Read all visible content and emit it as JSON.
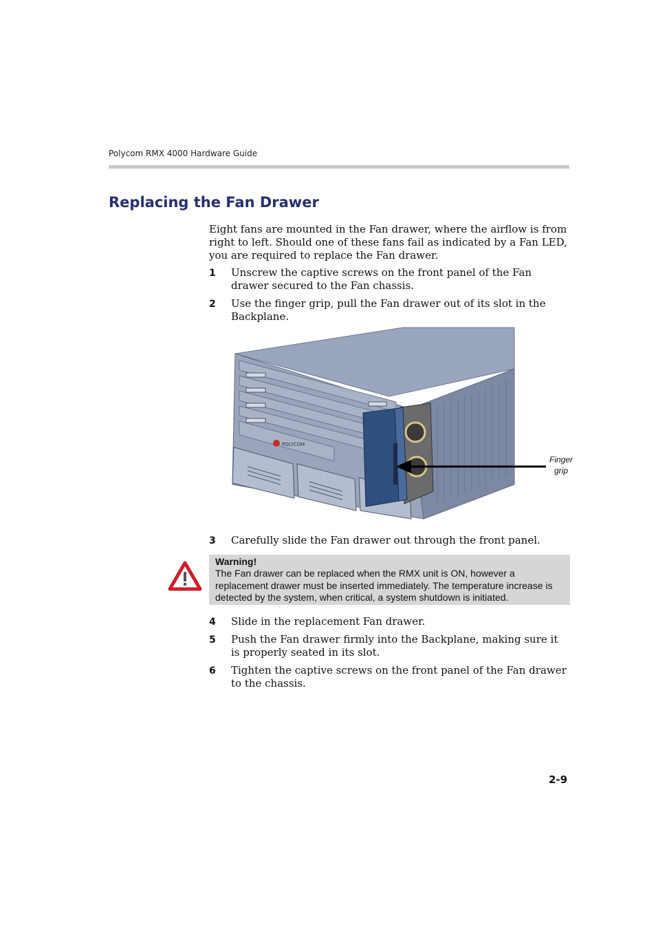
{
  "header": {
    "running_title": "Polycom RMX 4000 Hardware Guide"
  },
  "section": {
    "title": "Replacing the Fan Drawer",
    "intro": "Eight fans are mounted in the Fan drawer, where the airflow is from right to left. Should one of these fans fail as indicated by a Fan LED, you are required to replace the Fan drawer."
  },
  "steps_before_figure": [
    {
      "number": "1",
      "text": "Unscrew the captive screws on the front panel of the Fan drawer secured to the Fan chassis."
    },
    {
      "number": "2",
      "text": "Use the finger grip, pull the Fan drawer out of its slot in the Backplane."
    }
  ],
  "figure": {
    "callout": "Finger grip",
    "brand_text": "POLYCOM",
    "colors": {
      "chassis": "#8e9ab2",
      "chassis_side": "#7a86a0",
      "fan_drawer": "#2f4f7f",
      "arrow": "#000000"
    }
  },
  "step_3": {
    "number": "3",
    "text": "Carefully slide the Fan drawer out through the front panel."
  },
  "warning": {
    "title": "Warning!",
    "text": "The Fan drawer can be replaced when the RMX unit is ON, however a replacement drawer must be inserted immediately. The temperature increase is detected by the system, when critical, a system shutdown is initiated.",
    "icon": "warning-triangle-icon",
    "icon_color": "#cc1f2a",
    "box_color": "#d6d6d6"
  },
  "steps_after_warning": [
    {
      "number": "4",
      "text": "Slide in the replacement Fan drawer."
    },
    {
      "number": "5",
      "text": "Push the Fan drawer firmly into the Backplane, making sure it is properly seated in its slot."
    },
    {
      "number": "6",
      "text": "Tighten the captive screws on the front panel of the Fan drawer to the chassis."
    }
  ],
  "footer": {
    "page_number": "2-9"
  },
  "colors": {
    "title": "#27306e",
    "header_rule": "#c8c8c8"
  }
}
